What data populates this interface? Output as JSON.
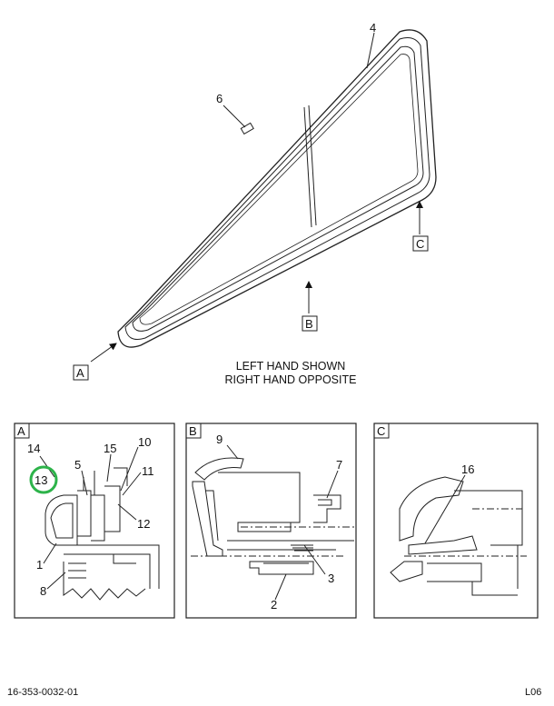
{
  "main_view": {
    "callouts": {
      "c4": "4",
      "c6": "6"
    },
    "view_markers": {
      "a": "A",
      "b": "B",
      "c": "C"
    },
    "note": {
      "line1": "LEFT HAND SHOWN",
      "line2": "RIGHT HAND OPPOSITE"
    }
  },
  "detail_a": {
    "title": "A",
    "callouts": {
      "c14": "14",
      "c13": "13",
      "c15": "15",
      "c10": "10",
      "c5": "5",
      "c11": "11",
      "c12": "12",
      "c1": "1",
      "c8": "8"
    },
    "highlight_color": "#2db34a"
  },
  "detail_b": {
    "title": "B",
    "callouts": {
      "c9": "9",
      "c7": "7",
      "c3": "3",
      "c2": "2"
    }
  },
  "detail_c": {
    "title": "C",
    "callouts": {
      "c16": "16"
    }
  },
  "footer": {
    "part_number": "16-353-0032-01",
    "sheet": "L06"
  }
}
